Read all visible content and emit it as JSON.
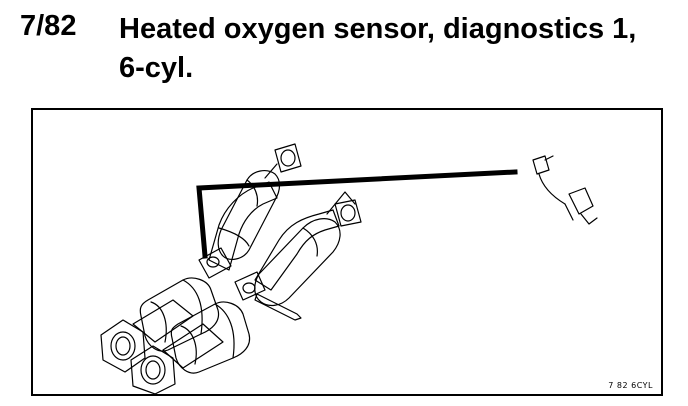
{
  "header": {
    "ref": "7/82",
    "title_line1": "Heated oxygen sensor, diagnostics 1,",
    "title_line2": "6-cyl."
  },
  "figure": {
    "code": "7 82 6CYL"
  }
}
